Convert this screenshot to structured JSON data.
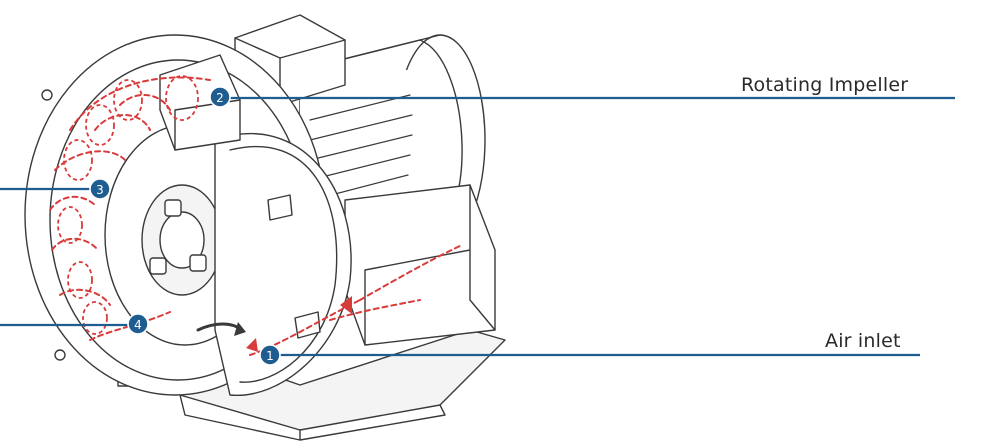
{
  "callouts": [
    {
      "number": "1",
      "label": "Air inlet"
    },
    {
      "number": "2",
      "label": "Rotating Impeller"
    },
    {
      "number": "3",
      "label": ""
    },
    {
      "number": "4",
      "label": ""
    }
  ],
  "colors": {
    "leader_line": "#1f5d91",
    "marker_fill": "#1f5d91",
    "airflow": "#d93a3a",
    "outline": "#3a3a3a"
  }
}
